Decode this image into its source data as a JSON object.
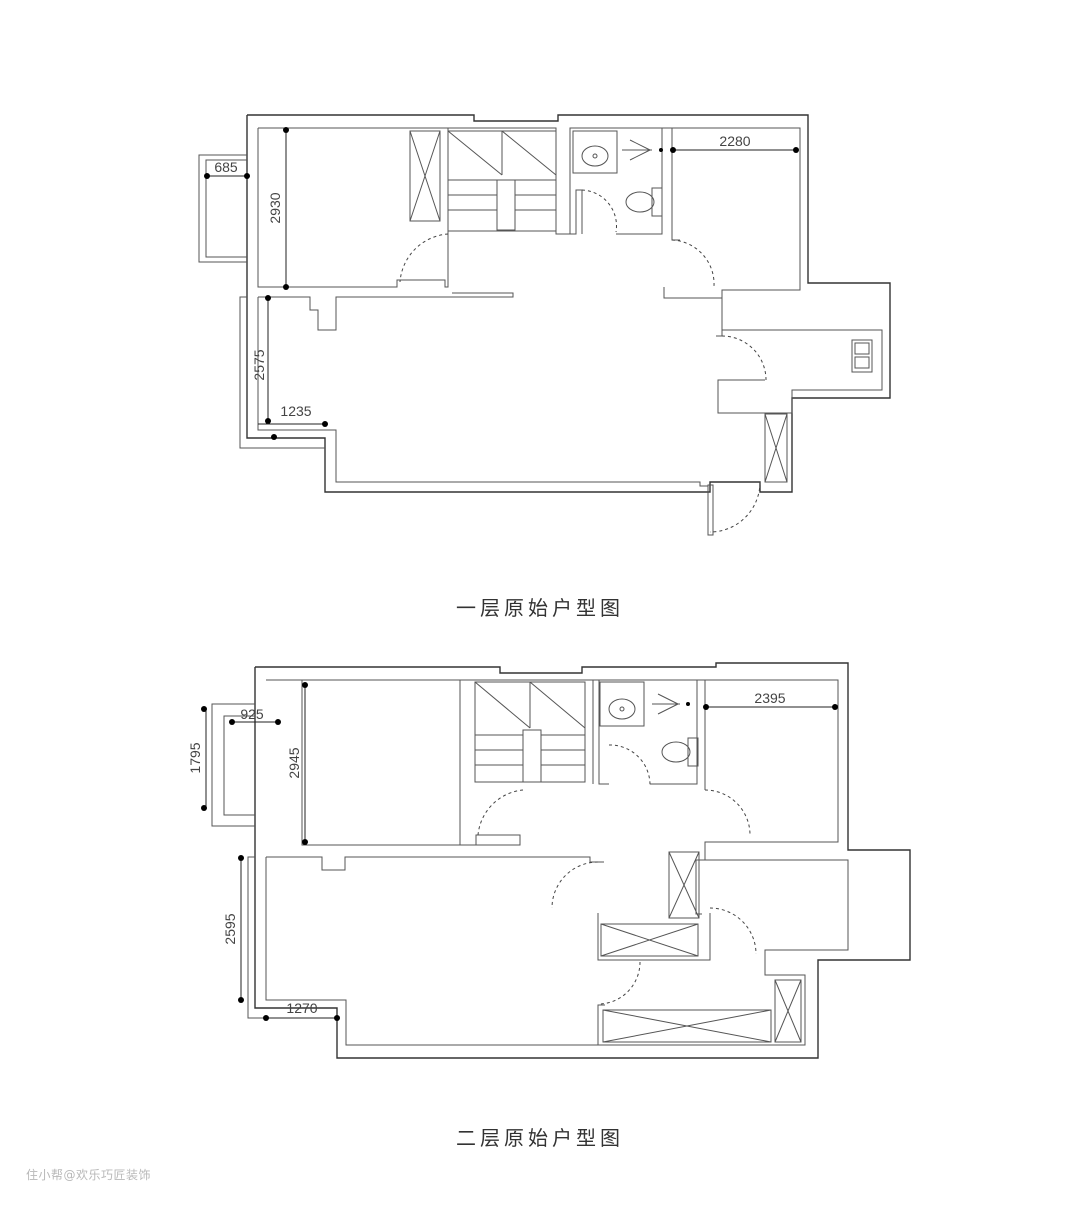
{
  "plans": [
    {
      "caption": "一层原始户型图",
      "dimensions": [
        "685",
        "2930",
        "2280",
        "2575",
        "1235"
      ]
    },
    {
      "caption": "二层原始户型图",
      "dimensions": [
        "925",
        "1795",
        "2945",
        "2395",
        "2595",
        "1270"
      ]
    }
  ],
  "watermark": "住小帮@欢乐巧匠装饰"
}
